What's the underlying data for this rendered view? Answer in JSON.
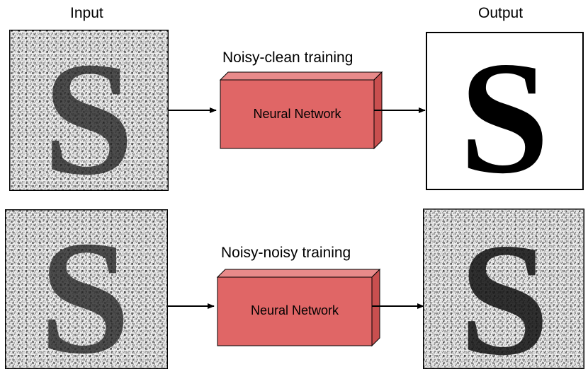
{
  "columns": {
    "input_label": "Input",
    "output_label": "Output"
  },
  "rows": [
    {
      "training_label": "Noisy-clean training",
      "box_label": "Neural Network",
      "input_glyph": "S",
      "output_glyph": "S",
      "output_style": "clean"
    },
    {
      "training_label": "Noisy-noisy training",
      "box_label": "Neural Network",
      "input_glyph": "S",
      "output_glyph": "S",
      "output_style": "noisy"
    }
  ],
  "colors": {
    "box_front": "#e06666",
    "box_top": "#e88a8a",
    "box_side": "#c94f4f",
    "stroke": "#000000"
  }
}
